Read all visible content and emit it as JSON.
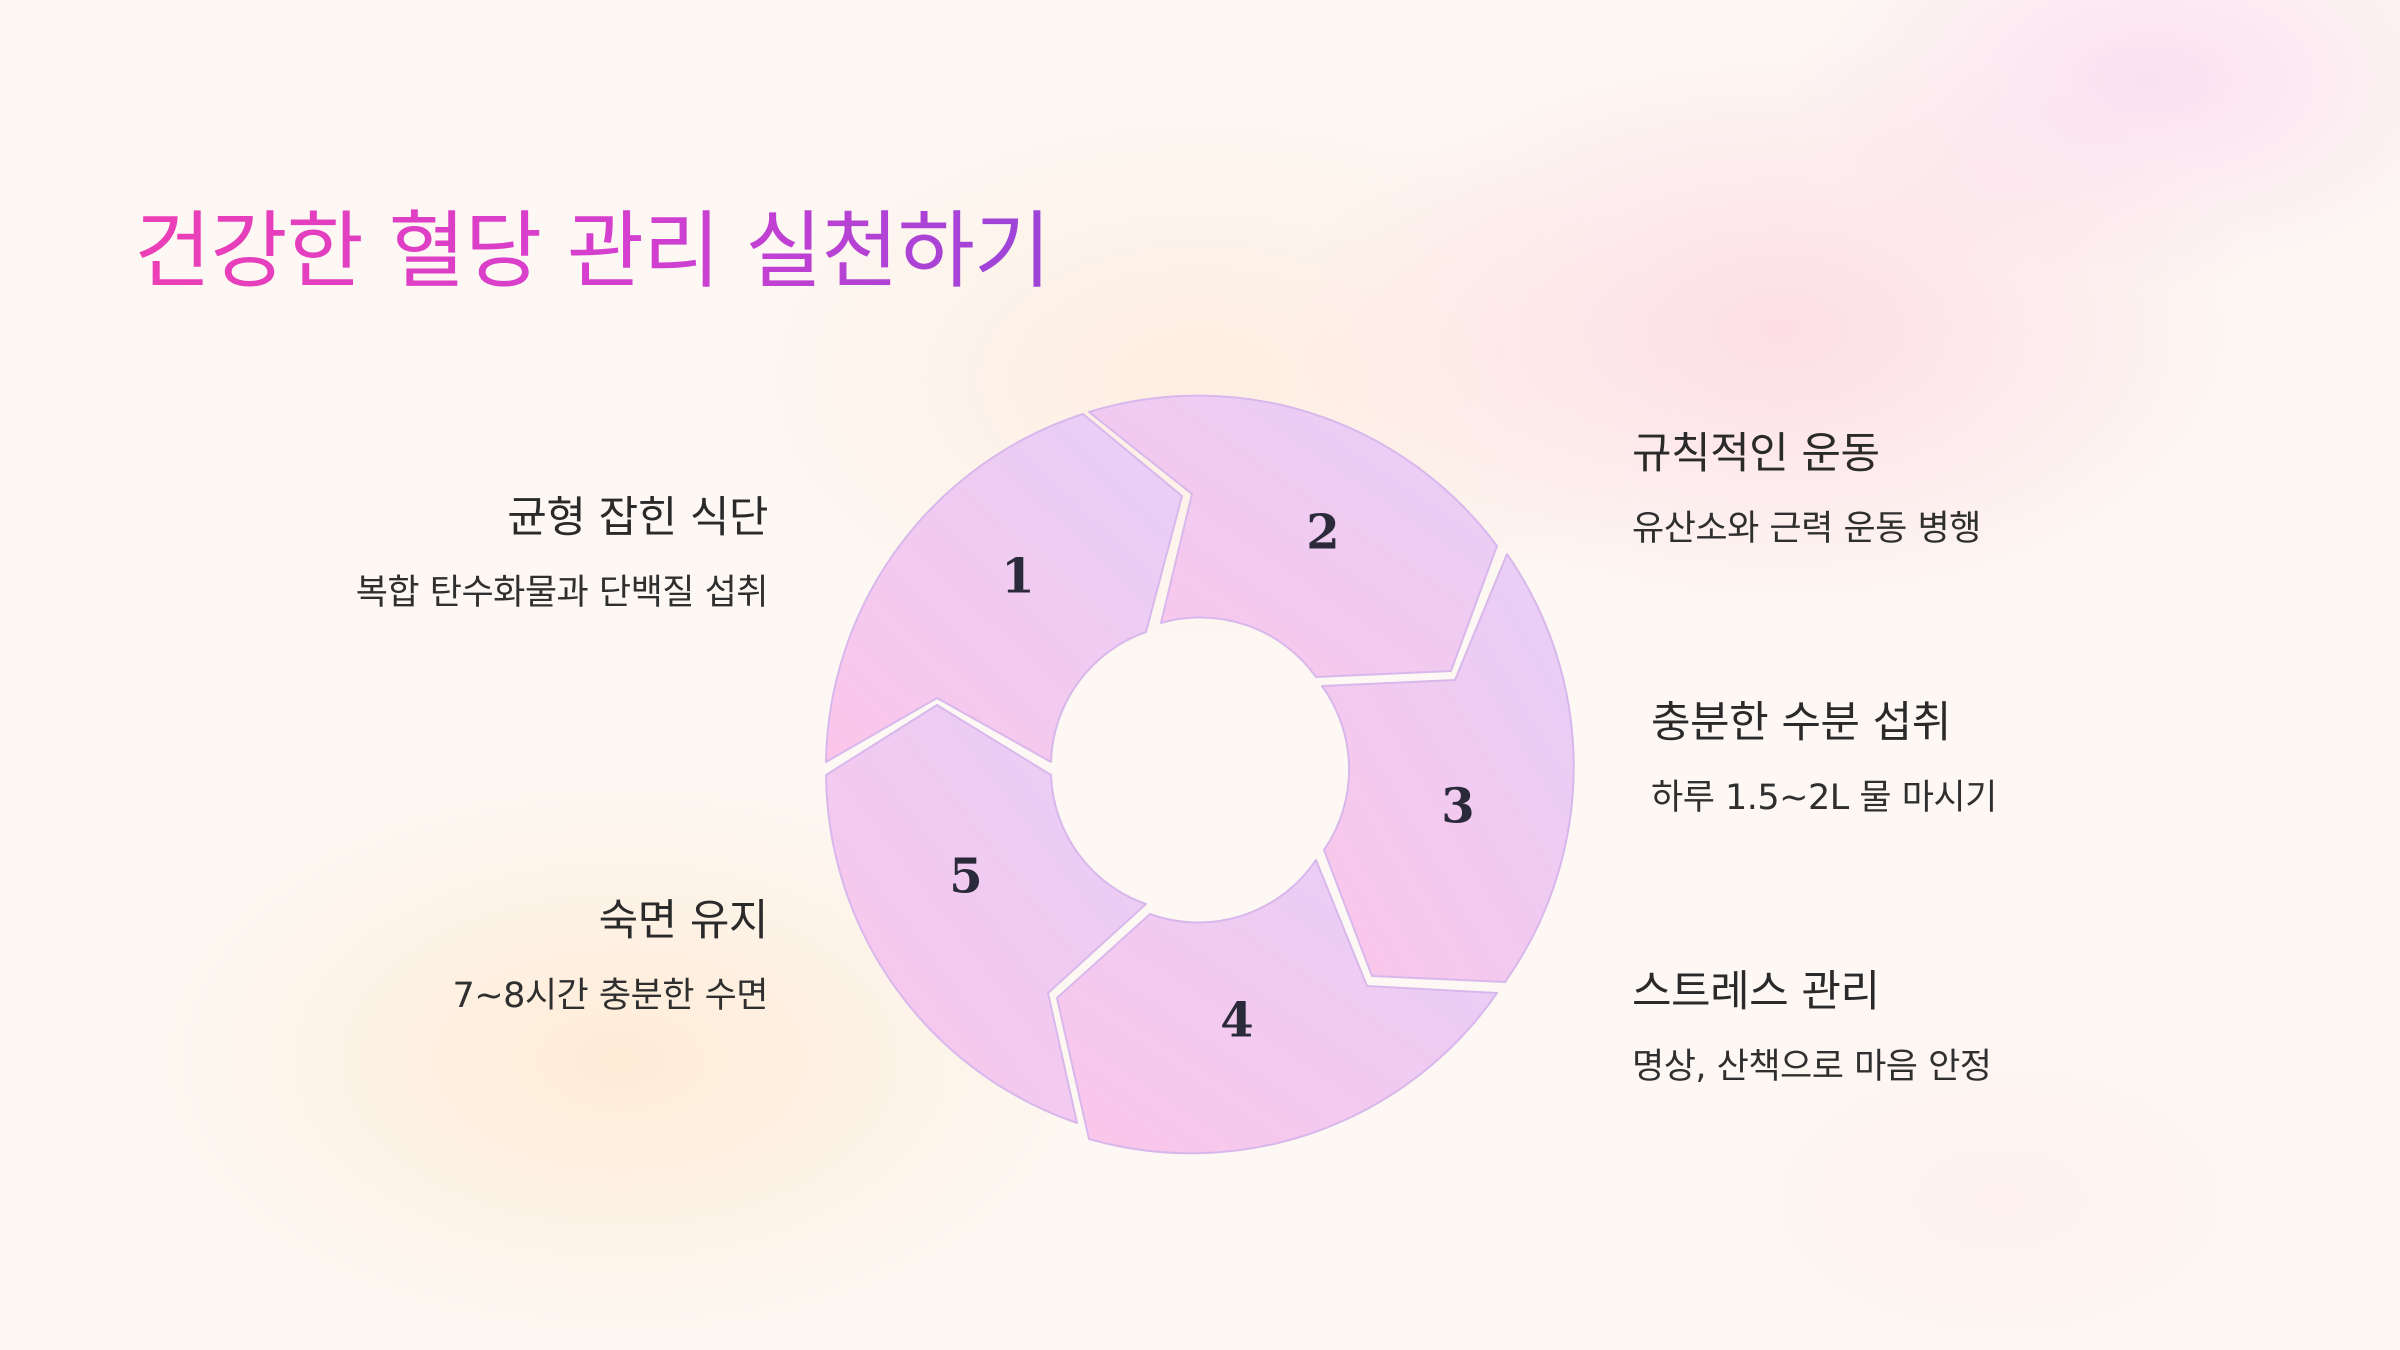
{
  "title": "건강한 혈당 관리 실천하기",
  "cycle": {
    "segments": [
      {
        "number": "1",
        "heading": "균형 잡힌 식단",
        "description": "복합 탄수화물과 단백질 섭취"
      },
      {
        "number": "2",
        "heading": "규칙적인 운동",
        "description": "유산소와 근력 운동 병행"
      },
      {
        "number": "3",
        "heading": "충분한 수분 섭취",
        "description": "하루 1.5~2L 물 마시기"
      },
      {
        "number": "4",
        "heading": "스트레스 관리",
        "description": "명상, 산책으로 마음 안정"
      },
      {
        "number": "5",
        "heading": "숙면 유지",
        "description": "7~8시간 충분한 수면"
      }
    ]
  },
  "colors": {
    "title_gradient_start": "#ec3fb6",
    "title_gradient_end": "#9a44d8",
    "segment_pink": "#fcc6ea",
    "segment_lavender": "#e6cff8",
    "segment_outline": "#d8b8ec"
  }
}
